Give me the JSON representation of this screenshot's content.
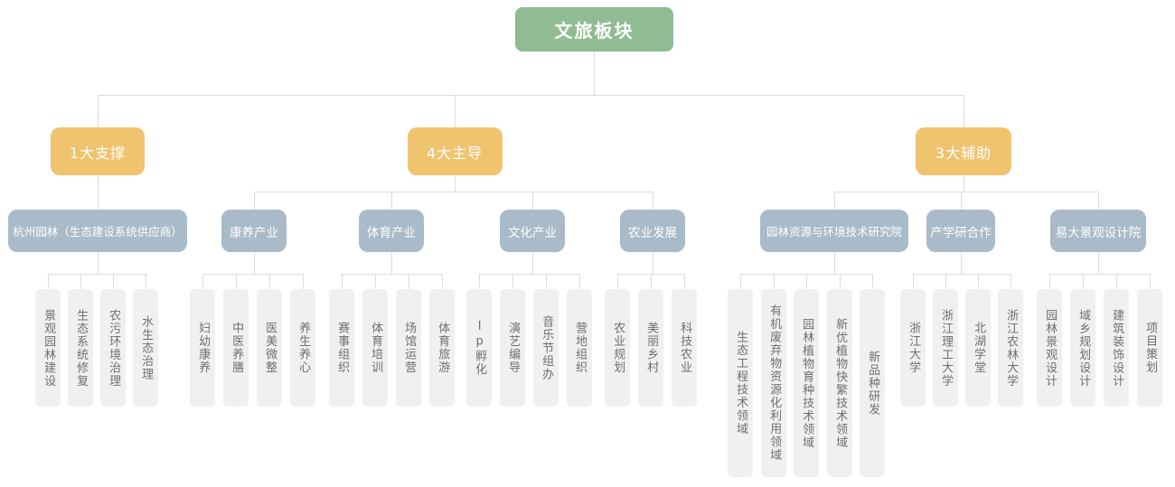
{
  "colors": {
    "background": "#FFFFFF",
    "root_bg": "#8FBC92",
    "branch_bg": "#F0C36E",
    "dept_bg": "#A9BAC8",
    "leaf_bg": "#F0F0F1",
    "node_text": "#FFFFFF",
    "leaf_text": "#6F6F6F",
    "line": "#DCDCDC"
  },
  "root": {
    "label": "文旅板块"
  },
  "branches": [
    {
      "label": "1大支撑",
      "children": [
        {
          "label": "杭州园林（生态建设系统供应商）",
          "children": [
            "景观园林建设",
            "生态系统修复",
            "农污环境治理",
            "水生态治理"
          ]
        }
      ]
    },
    {
      "label": "4大主导",
      "children": [
        {
          "label": "康养产业",
          "children": [
            "妇幼康养",
            "中医养膳",
            "医美微整",
            "养生养心"
          ]
        },
        {
          "label": "体育产业",
          "children": [
            "赛事组织",
            "体育培训",
            "场馆运营",
            "体育旅游"
          ]
        },
        {
          "label": "文化产业",
          "children": [
            "Ip孵化",
            "演艺编导",
            "音乐节组办",
            "营地组织"
          ]
        },
        {
          "label": "农业发展",
          "children": [
            "农业规划",
            "美丽乡村",
            "科技农业"
          ]
        }
      ]
    },
    {
      "label": "3大辅助",
      "children": [
        {
          "label": "园林资源与环境技术研究院",
          "children": [
            "生态工程技术领域",
            "有机废弃物资源化利用领域",
            "园林植物育种技术领域",
            "新优植物快繁技术领域",
            "新品种研发"
          ]
        },
        {
          "label": "产学研合作",
          "children": [
            "浙江大学",
            "浙江理工大学",
            "北湖学堂",
            "浙江农林大学"
          ]
        },
        {
          "label": "易大景观设计院",
          "children": [
            "园林景观设计",
            "域乡规划设计",
            "建筑装饰设计",
            "项目策划"
          ]
        }
      ]
    }
  ]
}
